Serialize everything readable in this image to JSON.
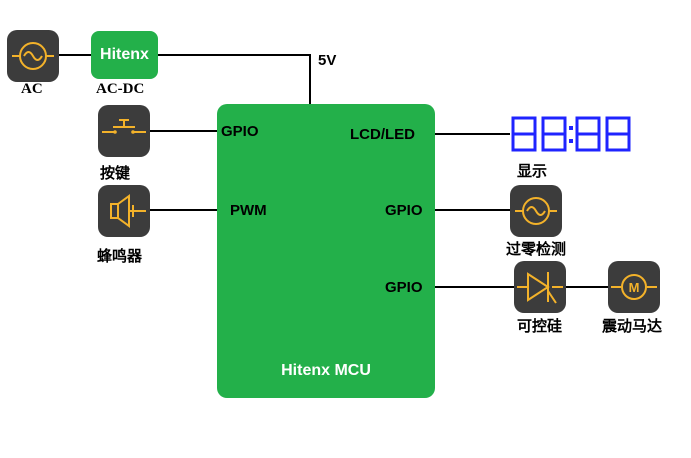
{
  "power": {
    "ac_label": "AC",
    "acdc_box_text": "Hitenx",
    "acdc_label": "AC-DC",
    "supply_label": "5V"
  },
  "mcu": {
    "title": "Hitenx MCU",
    "color": "#23b04a",
    "pins": {
      "left_gpio": "GPIO",
      "left_pwm": "PWM",
      "right_lcd": "LCD/LED",
      "right_gpio_1": "GPIO",
      "right_gpio_2": "GPIO"
    }
  },
  "peripherals": {
    "button": {
      "label": "按键",
      "icon": "push-button-icon"
    },
    "buzzer": {
      "label": "蜂鸣器",
      "icon": "speaker-icon"
    },
    "display": {
      "label": "显示",
      "icon": "seven-segment-display",
      "digits": "88:88",
      "color": "#1f24ff"
    },
    "zero_cross": {
      "label": "过零检测",
      "icon": "sine-wave-icon"
    },
    "scr": {
      "label": "可控硅",
      "icon": "thyristor-icon"
    },
    "motor": {
      "label": "震动马达",
      "icon": "motor-icon",
      "symbol": "M"
    }
  },
  "colors": {
    "icon_bg": "#3c3c3c",
    "icon_stroke": "#f3b22a",
    "wire": "#000000"
  }
}
